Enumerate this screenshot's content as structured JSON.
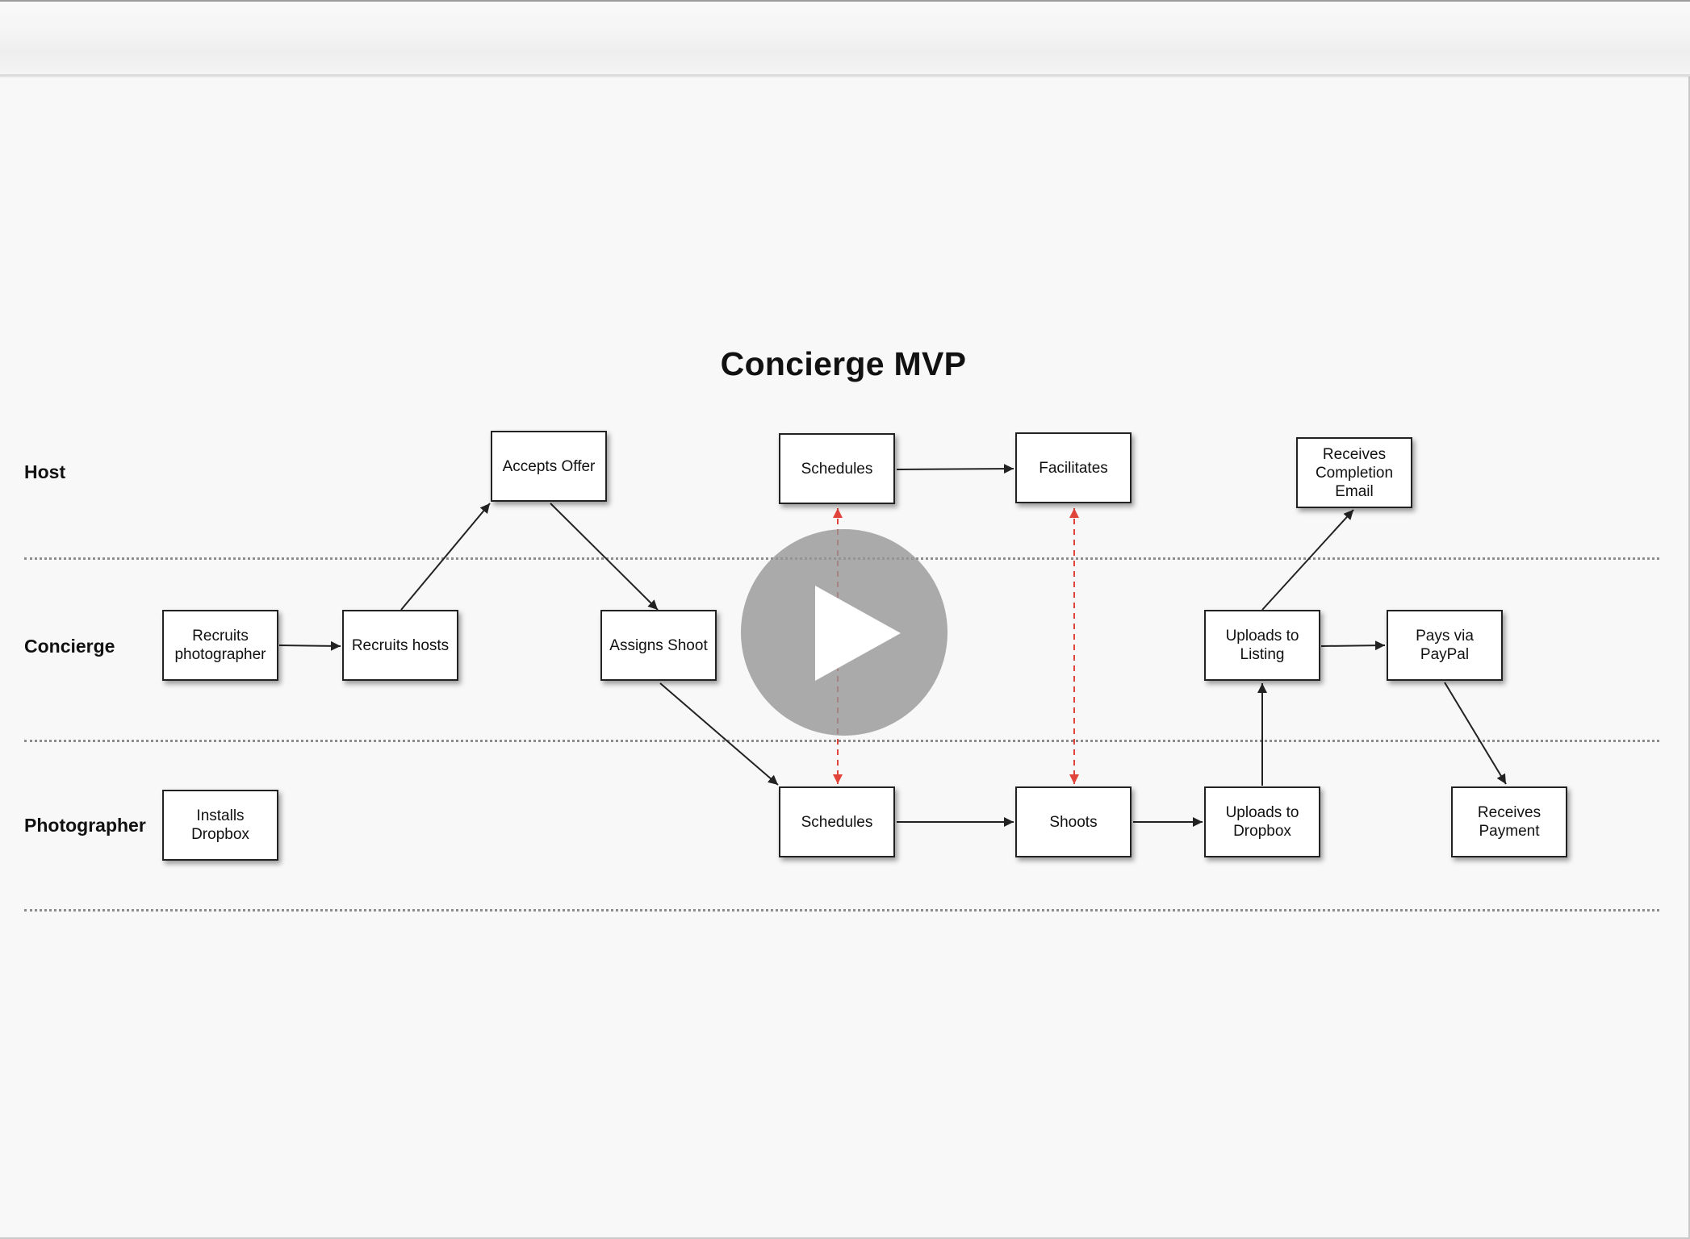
{
  "diagram": {
    "title": "Concierge MVP",
    "lanes": [
      {
        "id": "host",
        "label": "Host"
      },
      {
        "id": "concierge",
        "label": "Concierge"
      },
      {
        "id": "photographer",
        "label": "Photographer"
      }
    ],
    "nodes": [
      {
        "id": "accepts-offer",
        "lane": "host",
        "label": "Accepts Offer"
      },
      {
        "id": "host-schedules",
        "lane": "host",
        "label": "Schedules"
      },
      {
        "id": "facilitates",
        "lane": "host",
        "label": "Facilitates"
      },
      {
        "id": "receives-completion-email",
        "lane": "host",
        "label": "Receives Completion Email"
      },
      {
        "id": "recruits-photographer",
        "lane": "concierge",
        "label": "Recruits photographer"
      },
      {
        "id": "recruits-hosts",
        "lane": "concierge",
        "label": "Recruits hosts"
      },
      {
        "id": "assigns-shoot",
        "lane": "concierge",
        "label": "Assigns Shoot"
      },
      {
        "id": "uploads-to-listing",
        "lane": "concierge",
        "label": "Uploads to Listing"
      },
      {
        "id": "pays-via-paypal",
        "lane": "concierge",
        "label": "Pays via PayPal"
      },
      {
        "id": "installs-dropbox",
        "lane": "photographer",
        "label": "Installs Dropbox"
      },
      {
        "id": "photographer-schedules",
        "lane": "photographer",
        "label": "Schedules"
      },
      {
        "id": "shoots",
        "lane": "photographer",
        "label": "Shoots"
      },
      {
        "id": "uploads-to-dropbox",
        "lane": "photographer",
        "label": "Uploads to Dropbox"
      },
      {
        "id": "receives-payment",
        "lane": "photographer",
        "label": "Receives Payment"
      }
    ],
    "edges": [
      {
        "from": "recruits-photographer",
        "to": "recruits-hosts",
        "style": "solid"
      },
      {
        "from": "recruits-hosts",
        "to": "accepts-offer",
        "style": "solid"
      },
      {
        "from": "accepts-offer",
        "to": "assigns-shoot",
        "style": "solid"
      },
      {
        "from": "assigns-shoot",
        "to": "photographer-schedules",
        "style": "solid"
      },
      {
        "from": "host-schedules",
        "to": "facilitates",
        "style": "solid"
      },
      {
        "from": "photographer-schedules",
        "to": "shoots",
        "style": "solid"
      },
      {
        "from": "shoots",
        "to": "uploads-to-dropbox",
        "style": "solid"
      },
      {
        "from": "uploads-to-dropbox",
        "to": "uploads-to-listing",
        "style": "solid"
      },
      {
        "from": "uploads-to-listing",
        "to": "receives-completion-email",
        "style": "solid"
      },
      {
        "from": "uploads-to-listing",
        "to": "pays-via-paypal",
        "style": "solid"
      },
      {
        "from": "pays-via-paypal",
        "to": "receives-payment",
        "style": "solid"
      },
      {
        "from": "host-schedules",
        "to": "photographer-schedules",
        "style": "dashed-bidirectional"
      },
      {
        "from": "facilitates",
        "to": "shoots",
        "style": "dashed-bidirectional"
      }
    ]
  },
  "player": {
    "play_icon": "play-icon",
    "overlay_color": "#969696"
  },
  "colors": {
    "background": "#f8f8f8",
    "solid_connector": "#222222",
    "dashed_connector": "#e0443a"
  }
}
